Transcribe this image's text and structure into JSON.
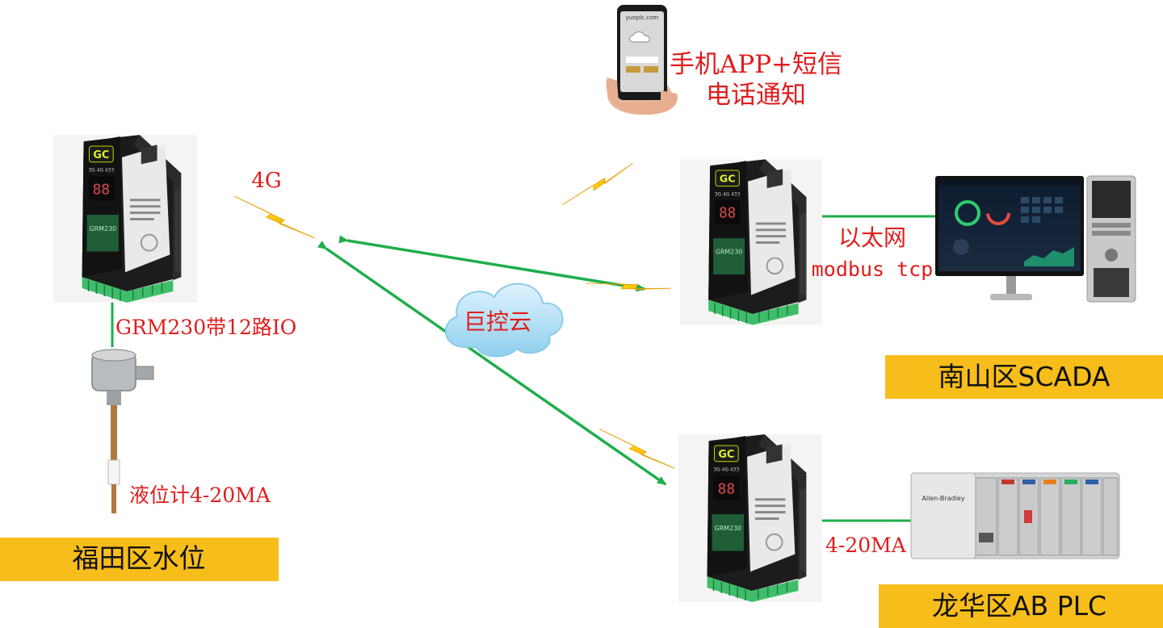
{
  "labels": {
    "phone_app_line1": "手机APP+短信",
    "phone_app_line2": "电话通知",
    "signal_4g": "4G",
    "ethernet": "以太网",
    "modbus_tcp": "modbus tcp",
    "cloud": "巨控云",
    "grm230_io": "GRM230带12路IO",
    "level_meter": "液位计4-20MA",
    "ma_4_20": "4-20MA"
  },
  "boxes": {
    "futian": "福田区水位",
    "nanshan": "南山区SCADA",
    "longhua": "龙华区AB PLC"
  },
  "device": {
    "brand": "GC",
    "model": "GRM230",
    "indicator_text": "3G 4G 433"
  },
  "phone": {
    "url_text": "yunplc.com"
  },
  "plc": {
    "brand_text": "Allen-Bradley"
  },
  "colors": {
    "label_red": "#e01c1c",
    "box_yellow": "#f7bd1b",
    "arrow_green": "#1fae4b",
    "lightning_yellow": "#ffcc00",
    "lightning_orange": "#f08a00",
    "cloud_blue": "#a9dcf5",
    "device_black": "#1c1c1c",
    "terminal_green": "#3fbe6a"
  }
}
